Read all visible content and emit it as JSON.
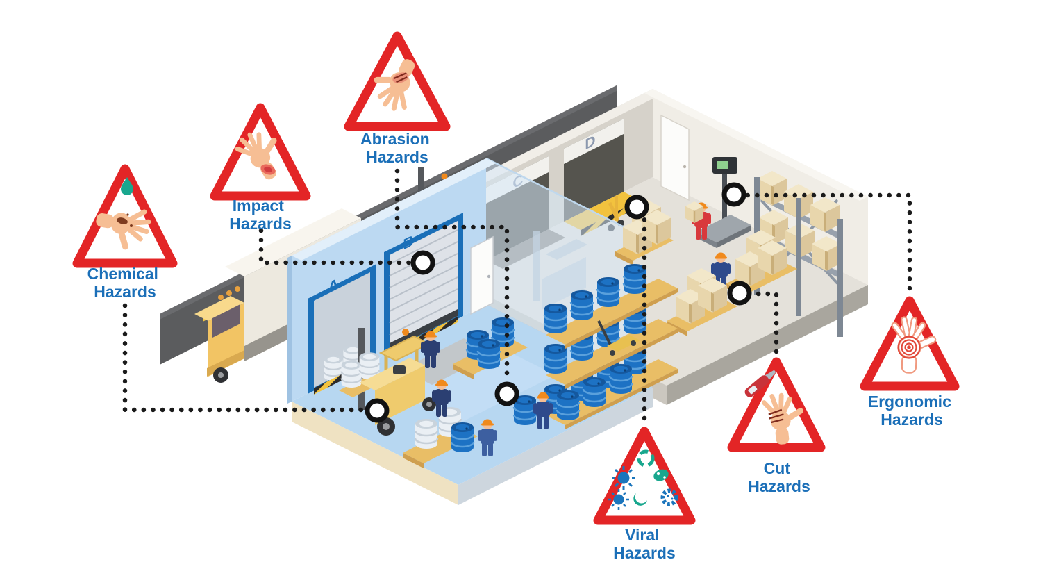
{
  "figure": {
    "type": "isometric-warehouse-hand-hazards-infographic",
    "hazards": [
      {
        "id": "chemical",
        "line1": "Chemical",
        "line2": "Hazards"
      },
      {
        "id": "impact",
        "line1": "Impact",
        "line2": "Hazards"
      },
      {
        "id": "abrasion",
        "line1": "Abrasion",
        "line2": "Hazards"
      },
      {
        "id": "viral",
        "line1": "Viral",
        "line2": "Hazards"
      },
      {
        "id": "cut",
        "line1": "Cut",
        "line2": "Hazards"
      },
      {
        "id": "ergonomic",
        "line1": "Ergonomic",
        "line2": "Hazards"
      }
    ],
    "dock_labels": {
      "a": "A",
      "b": "B",
      "c": "C",
      "d": "D"
    },
    "colors": {
      "sign_border_red": "#E32526",
      "label_blue": "#1B6FB8",
      "connector_black": "#1A1A1A",
      "germ_teal": "#19A78E",
      "germ_blue": "#1B75BC",
      "skin": "#F6BE94",
      "wound_red": "#C0392F",
      "floor_blue": "#B7D7F1",
      "wall_blue": "#BCD9F2",
      "floor_gray": "#E4E1DA",
      "wall_gray": "#D6D2CA",
      "wall_beige": "#F0EDE6",
      "road_gray": "#5B5C5E",
      "road_line_yellow": "#F5C843",
      "barrel_blue": "#1D72C4",
      "pallet_wood": "#E9BE66",
      "box_cardboard": "#F2E7C9",
      "forklift_yellow": "#EFCB6D",
      "safety_orange": "#F08A1D"
    }
  }
}
